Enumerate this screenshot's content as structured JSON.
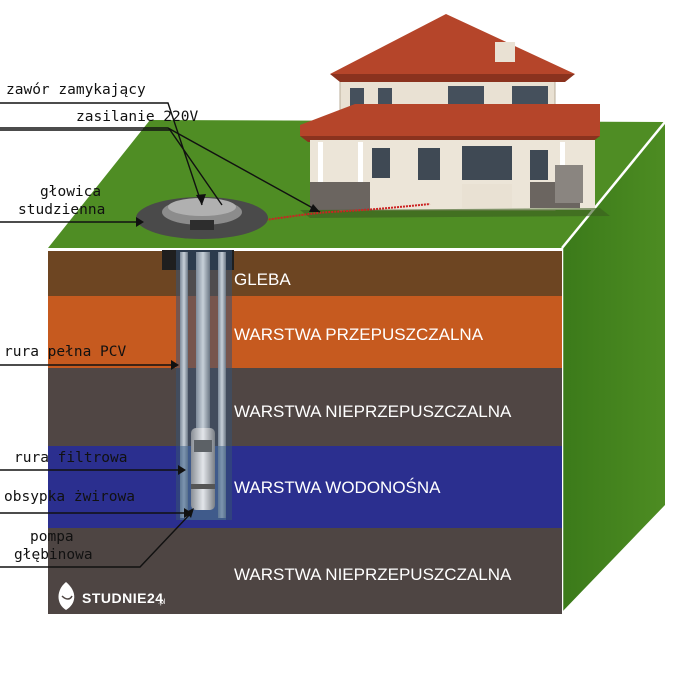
{
  "labels": {
    "shutoff_valve": "zawór zamykający",
    "power": "zasilanie 220V",
    "well_head_line1": "głowica",
    "well_head_line2": "studzienna",
    "solid_pipe": "rura pełna PCV",
    "filter_pipe": "rura filtrowa",
    "gravel_pack": "obsypka żwirowa",
    "pump_line1": "pompa",
    "pump_line2": "głębinowa"
  },
  "layers": {
    "soil": "GLEBA",
    "permeable": "WARSTWA PRZEPUSZCZALNA",
    "impermeable_1": "WARSTWA NIEPRZEPUSZCZALNA",
    "aquifer": "WARSTWA WODONOŚNA",
    "impermeable_2": "WARSTWA NIEPRZEPUSZCZALNA"
  },
  "brand": {
    "name": "STUDNIE24",
    "suffix": ".pl"
  },
  "colors": {
    "grass": "#4f8d24",
    "side_grass": "#3d7a1c",
    "soil": "#6d4522",
    "permeable": "#c65a1f",
    "impermeable": "#504644",
    "aquifer": "#2b2f8f",
    "power_cable": "#cc2222"
  }
}
